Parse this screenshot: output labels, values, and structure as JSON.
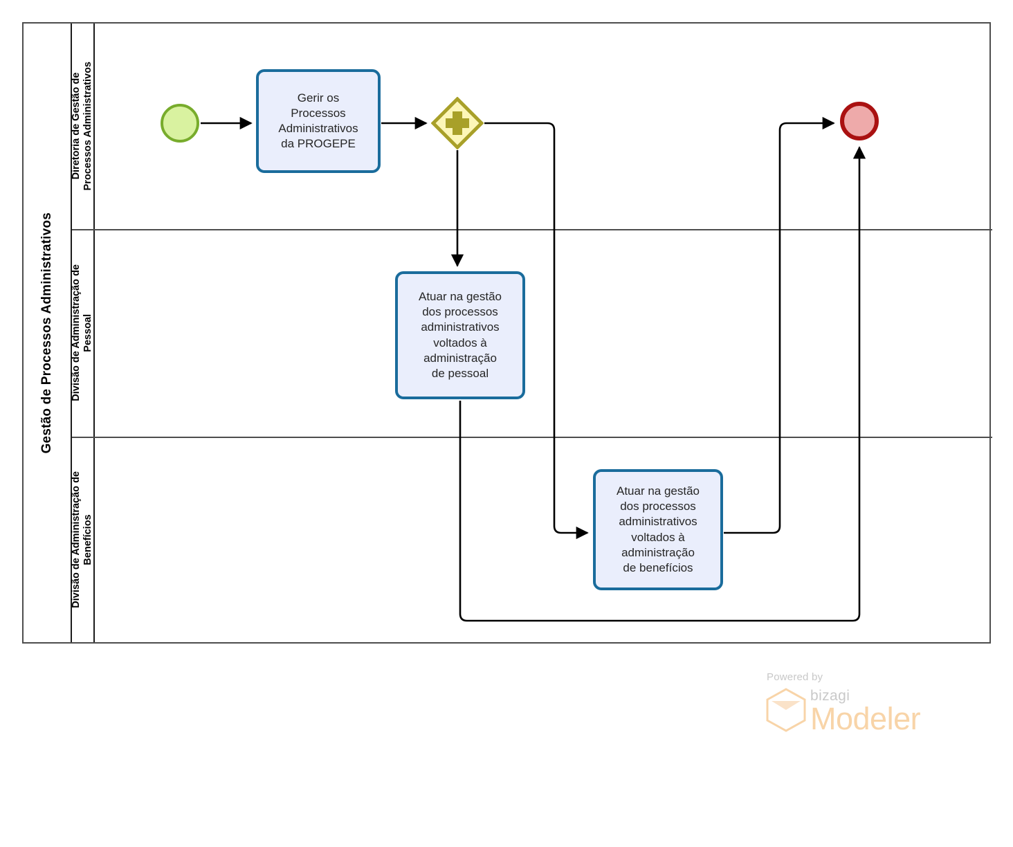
{
  "diagram": {
    "type": "bpmn-pool",
    "pool_label": "Gestão de Processos Administrativos",
    "lanes": [
      {
        "id": "lane-diretoria",
        "label": "Diretoria de Gestão de\nProcessos Administrativos"
      },
      {
        "id": "lane-pessoal",
        "label": "Divisão de Administração de\nPessoal"
      },
      {
        "id": "lane-beneficios",
        "label": "Divisão de Administração de\nBenefícios"
      }
    ],
    "events": {
      "start": {
        "name": "start-event",
        "fill": "#d9f2a0",
        "stroke": "#78ac2c"
      },
      "end": {
        "name": "end-event",
        "fill": "#eeaaaa",
        "stroke": "#aa1111"
      }
    },
    "gateway": {
      "name": "parallel-gateway",
      "marker": "plus",
      "fill": "#fcf6b8",
      "stroke": "#a8a029"
    },
    "tasks": [
      {
        "id": "task-gerir",
        "lane": "lane-diretoria",
        "label": "Gerir os\nProcessos\nAdministrativos\nda PROGEPE"
      },
      {
        "id": "task-pessoal",
        "lane": "lane-pessoal",
        "label": "Atuar na gestão\ndos processos\nadministrativos\nvoltados à\nadministração\nde pessoal"
      },
      {
        "id": "task-beneficios",
        "lane": "lane-beneficios",
        "label": "Atuar na gestão\ndos processos\nadministrativos\nvoltados à\nadministração\nde benefícios"
      }
    ],
    "flows": [
      {
        "name": "flow-start-to-gerir",
        "from": "start-event",
        "to": "task-gerir"
      },
      {
        "name": "flow-gerir-to-gateway",
        "from": "task-gerir",
        "to": "parallel-gateway"
      },
      {
        "name": "flow-gateway-to-pessoal",
        "from": "parallel-gateway",
        "to": "task-pessoal"
      },
      {
        "name": "flow-gateway-to-beneficios",
        "from": "parallel-gateway",
        "to": "task-beneficios"
      },
      {
        "name": "flow-pessoal-to-end",
        "from": "task-pessoal",
        "to": "end-event"
      },
      {
        "name": "flow-beneficios-to-end",
        "from": "task-beneficios",
        "to": "end-event"
      }
    ],
    "colors": {
      "pool_border": "#4d4d4d",
      "lane_border": "#1a1a1a",
      "task_fill": "#eaeefc",
      "task_border": "#1a6c9c",
      "flow_line": "#000000"
    }
  },
  "branding": {
    "powered_by": "Powered by",
    "brand": "bizagi",
    "product": "Modeler",
    "brand_color": "#f8d4a8"
  }
}
